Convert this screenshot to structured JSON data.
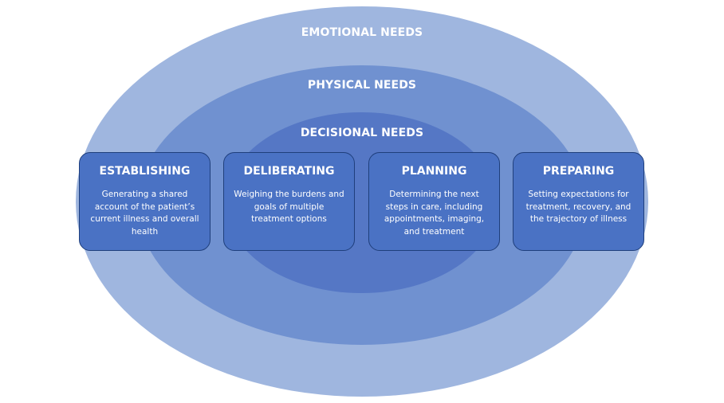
{
  "rings": {
    "emotional": "EMOTIONAL NEEDS",
    "physical": "PHYSICAL NEEDS",
    "decisional": "DECISIONAL NEEDS"
  },
  "stages": [
    {
      "title": "ESTABLISHING",
      "description": "Generating a shared account of the patient’s current illness and overall health"
    },
    {
      "title": "DELIBERATING",
      "description": "Weighing the burdens and goals of multiple treatment options"
    },
    {
      "title": "PLANNING",
      "description": "Determining the next steps in care, including appointments, imaging, and treatment"
    },
    {
      "title": "PREPARING",
      "description": "Setting expectations for treatment, recovery, and the trajectory of illness"
    }
  ],
  "colors": {
    "outer_ring": "#9fb6df",
    "middle_ring": "#7091d0",
    "inner_ring": "#5577c5",
    "stage_box": "#4a72c4",
    "stage_border": "#1f3f7c",
    "text": "#ffffff"
  }
}
